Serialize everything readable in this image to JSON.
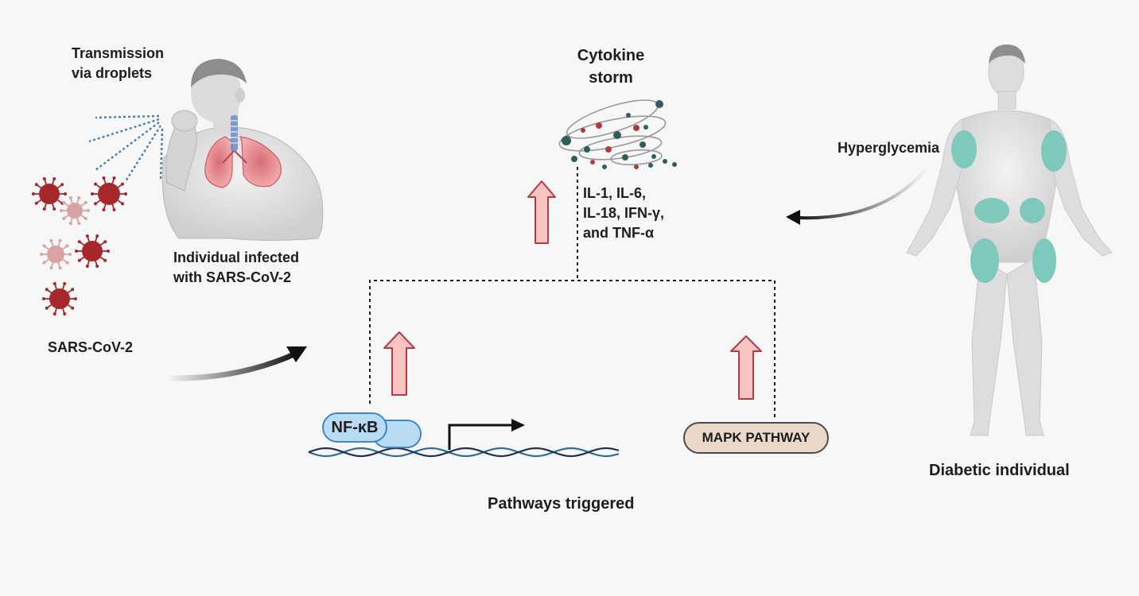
{
  "labels": {
    "transmission": [
      "Transmission",
      "via droplets"
    ],
    "infected": [
      "Individual infected",
      "with SARS-CoV-2"
    ],
    "virus": "SARS-CoV-2",
    "cytokine_title": [
      "Cytokine",
      "storm"
    ],
    "cytokines": [
      "IL-1, IL-6,",
      "IL-18, IFN-γ,",
      "and TNF-α"
    ],
    "hyperglycemia": "Hyperglycemia",
    "diabetic": "Diabetic individual",
    "pathways": "Pathways triggered"
  },
  "nodes": {
    "nfkb": "NF-κB",
    "mapk": "MAPK PATHWAY"
  },
  "colors": {
    "virus": "#a7282c",
    "virus_faded": "#d9a3a3",
    "up_arrow_fill": "#f7c3c3",
    "up_arrow_stroke": "#b33c40",
    "nfkb_fill": "#b9dbf3",
    "nfkb_stroke": "#3f86c2",
    "mapk_fill": "#ead9cb",
    "mapk_stroke": "#4b4b4b",
    "body_spots": "#7ec8be",
    "lungs": "#e9878d"
  },
  "icons": [
    "droplet-spray-icon",
    "virus-icon",
    "cytokine-swirl-icon",
    "dna-icon",
    "transcription-arrow-icon",
    "up-arrow-icon",
    "curved-arrow-icon",
    "person-coughing-icon",
    "diabetic-person-icon"
  ]
}
